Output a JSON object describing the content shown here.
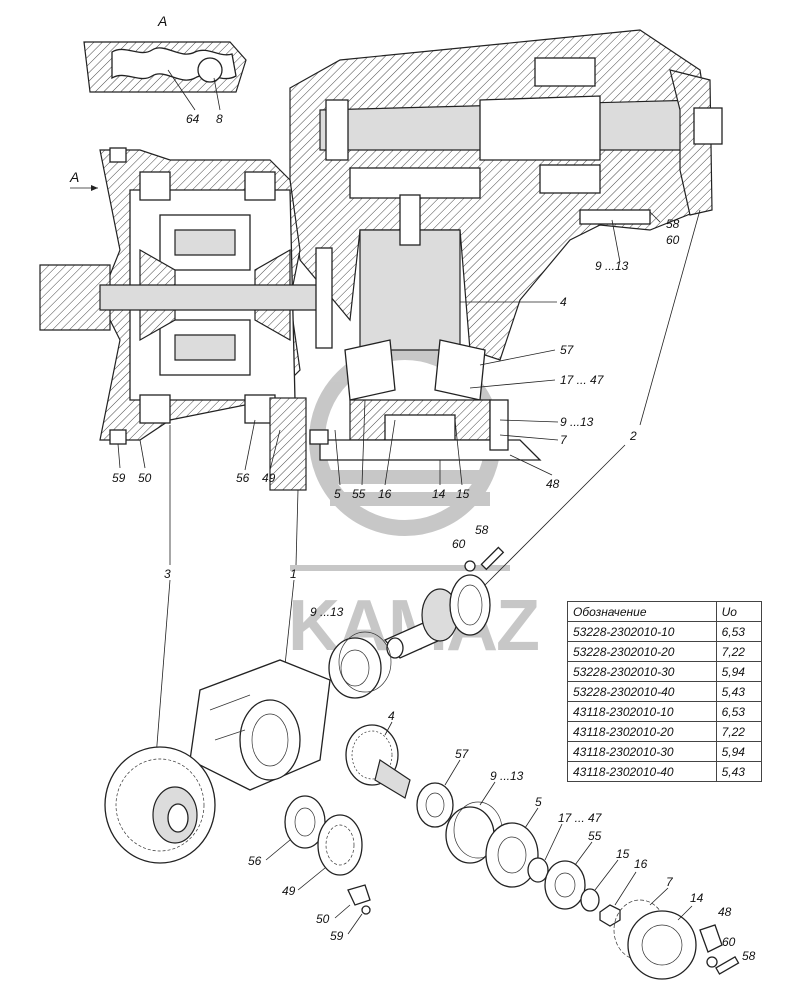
{
  "view_label": "A",
  "watermark_text": "KAMAZ",
  "table": {
    "headers": [
      "Обозначение",
      "Uo"
    ],
    "rows": [
      [
        "53228-2302010-10",
        "6,53"
      ],
      [
        "53228-2302010-20",
        "7,22"
      ],
      [
        "53228-2302010-30",
        "5,94"
      ],
      [
        "53228-2302010-40",
        "5,43"
      ],
      [
        "43118-2302010-10",
        "6,53"
      ],
      [
        "43118-2302010-20",
        "7,22"
      ],
      [
        "43118-2302010-30",
        "5,94"
      ],
      [
        "43118-2302010-40",
        "5,43"
      ]
    ]
  },
  "callouts": {
    "c64": "64",
    "c8": "8",
    "c58a": "58",
    "c60a": "60",
    "c9a": "9 ...13",
    "c4a": "4",
    "c57a": "57",
    "c17a": "17 ... 47",
    "c9b": "9 ...13",
    "c7a": "7",
    "c48a": "48",
    "c14a": "14",
    "c15a": "15",
    "c16a": "16",
    "c55a": "55",
    "c5a": "5",
    "c56a": "56",
    "c49a": "49",
    "c59a": "59",
    "c50a": "50",
    "c2": "2",
    "c3": "3",
    "c1": "1",
    "c58b": "58",
    "c60b": "60",
    "c9c": "9 ...13",
    "c4b": "4",
    "c57b": "57",
    "c9d": "9 ...13",
    "c5b": "5",
    "c17b": "17 ... 47",
    "c55b": "55",
    "c15b": "15",
    "c16b": "16",
    "c7b": "7",
    "c14b": "14",
    "c48b": "48",
    "c60c": "60",
    "c58c": "58",
    "c56b": "56",
    "c49b": "49",
    "c50b": "50",
    "c59b": "59"
  }
}
